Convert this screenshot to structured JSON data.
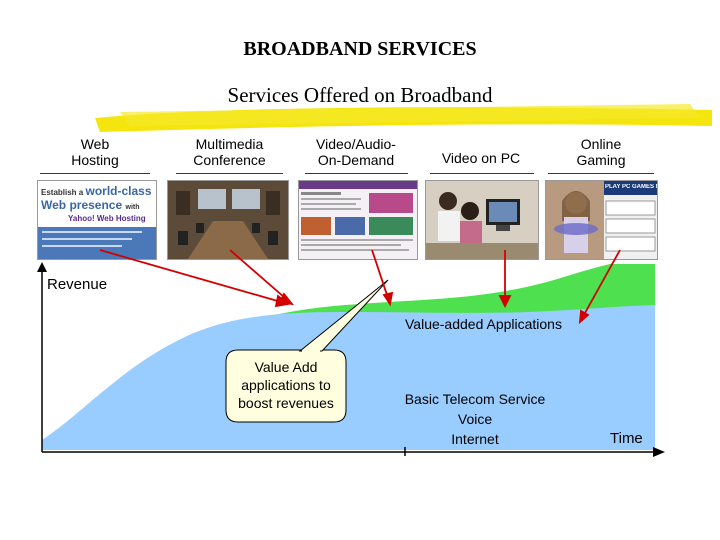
{
  "slide": {
    "title": "BROADBAND SERVICES",
    "subtitle": "Services Offered on Broadband"
  },
  "services": [
    {
      "line1": "Web",
      "line2": "Hosting"
    },
    {
      "line1": "Multimedia",
      "line2": "Conference"
    },
    {
      "line1": "Video/Audio-",
      "line2": "On-Demand"
    },
    {
      "line1": "Video on PC",
      "line2": ""
    },
    {
      "line1": "Online",
      "line2": "Gaming"
    }
  ],
  "thumbnails": {
    "web_hosting": {
      "headline1": "Establish a",
      "headline2": "world-class",
      "headline3": "Web presence",
      "headline4": "with",
      "brand": "Yahoo! Web Hosting"
    },
    "gaming": {
      "banner": "PLAY PC GAMES NOW!"
    }
  },
  "chart": {
    "y_label": "Revenue",
    "x_label": "Time",
    "top_band_label": "Value-added Applications",
    "bottom_band_label_1": "Basic Telecom Service",
    "bottom_band_label_2": "Voice",
    "bottom_band_label_3": "Internet",
    "callout_1": "Value Add",
    "callout_2": "applications to",
    "callout_3": "boost revenues",
    "colors": {
      "value_added": "#4ee04e",
      "basic": "#99ccff",
      "arrows": "#d40000",
      "highlight": "#f2e400"
    }
  }
}
